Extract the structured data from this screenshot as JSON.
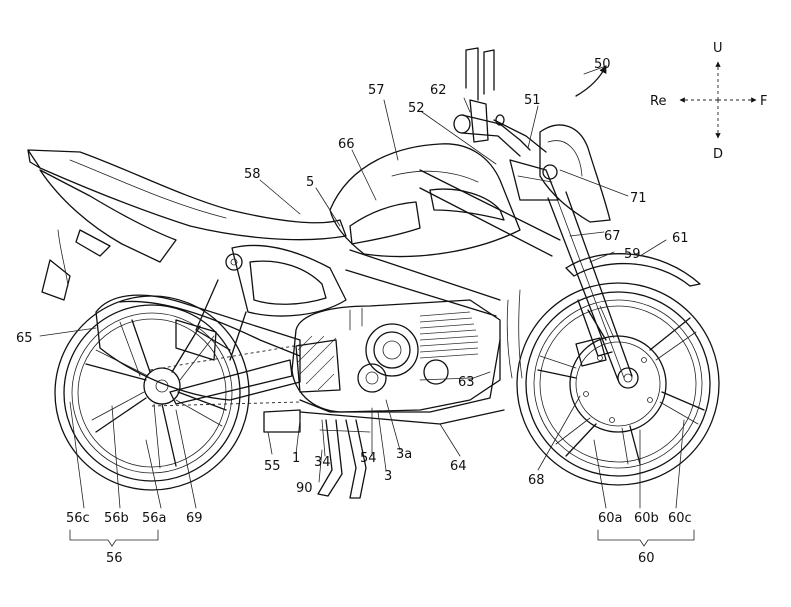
{
  "labels": {
    "l1": "1",
    "l3": "3",
    "l3a": "3a",
    "l5": "5",
    "l34": "34",
    "l50": "50",
    "l51": "51",
    "l52": "52",
    "l54": "54",
    "l55": "55",
    "l56": "56",
    "l56a": "56a",
    "l56b": "56b",
    "l56c": "56c",
    "l57": "57",
    "l58": "58",
    "l59": "59",
    "l60": "60",
    "l60a": "60a",
    "l60b": "60b",
    "l60c": "60c",
    "l61": "61",
    "l62": "62",
    "l63": "63",
    "l64": "64",
    "l65": "65",
    "l66": "66",
    "l67": "67",
    "l68": "68",
    "l69": "69",
    "l71": "71",
    "l90": "90"
  },
  "directions": {
    "up": "U",
    "down": "D",
    "rear": "Re",
    "front": "F"
  }
}
